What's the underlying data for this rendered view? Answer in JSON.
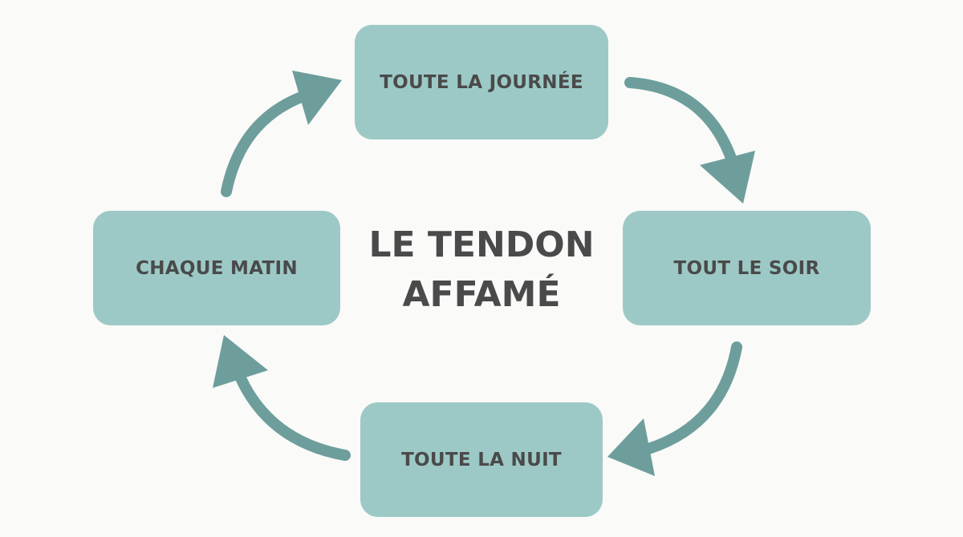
{
  "title": {
    "line1": "LE TENDON",
    "line2": "AFFAMÉ"
  },
  "stages": {
    "top": "TOUTE LA JOURNÉE",
    "right": "TOUT LE SOIR",
    "bottom": "TOUTE LA NUIT",
    "left": "CHAQUE MATIN"
  },
  "colors": {
    "box_fill": "#9cc9c6",
    "arrow": "#6d9e9c",
    "text": "#4a4a4a",
    "background": "#fafaf8"
  }
}
